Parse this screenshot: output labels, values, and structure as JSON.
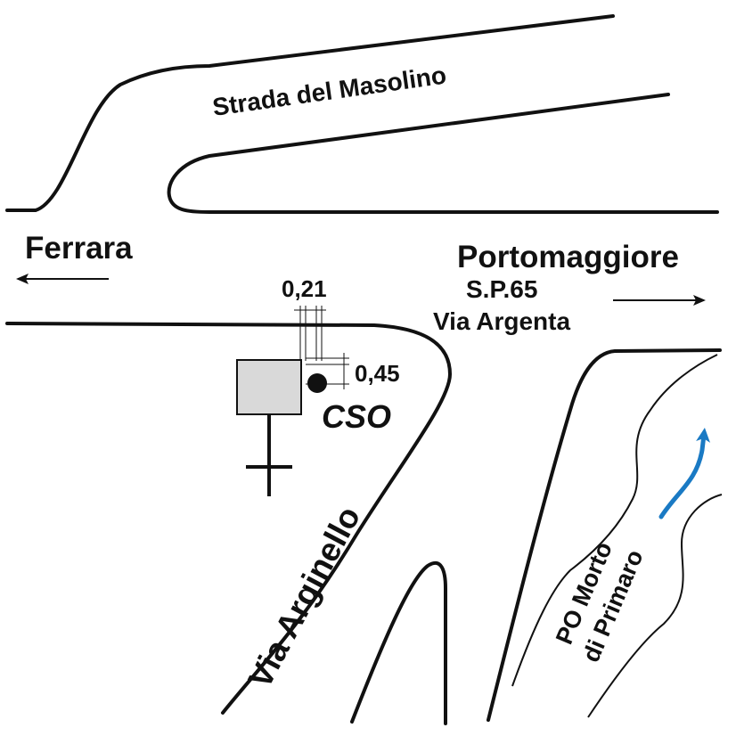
{
  "labels": {
    "strada_masolino": "Strada del Masolino",
    "ferrara": "Ferrara",
    "portomaggiore": "Portomaggiore",
    "sp65": "S.P.65",
    "via_argenta": "Via Argenta",
    "dim_021": "0,21",
    "dim_045": "0,45",
    "cso": "CSO",
    "via_arginello": "Via Arginello",
    "po_morto_line1": "PO Morto",
    "po_morto_line2": "di Primaro"
  },
  "colors": {
    "line": "#111111",
    "building_fill": "#d9d9d9",
    "flow_arrow": "#1a7ac4"
  },
  "icons": {
    "ferrara_arrow": "arrow-left-icon",
    "portomaggiore_arrow": "arrow-right-icon",
    "flow_arrow": "flow-direction-arrow-icon",
    "church_cross": "cross-icon",
    "cso_point": "filled-circle-icon"
  }
}
